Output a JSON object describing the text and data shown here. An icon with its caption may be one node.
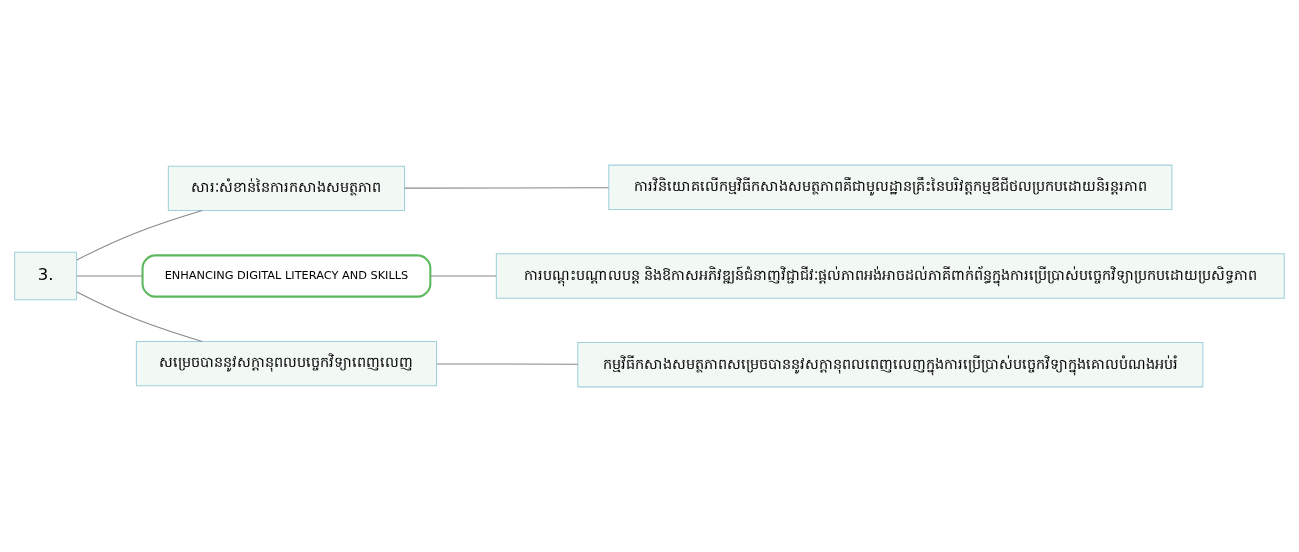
{
  "diagram": {
    "nodes": [
      {
        "text": [
          "3."
        ]
      },
      {
        "text": [
          "សារៈសំខាន់នៃការកសាងសមត្ថភាព"
        ]
      },
      {
        "text": [
          "ការវិនិយោគលើកម្មវិធីកសាងសមត្ថភាពគឺជាមូលដ្ឋានគ្រឹះនៃបរិវត្តកម្មឌីជីថលប្រកបដោយនិរន្តរភាព"
        ]
      },
      {
        "text": [
          "ENHANCING DIGITAL LITERACY AND SKILLS"
        ]
      },
      {
        "text": [
          "ការបណ្តុះបណ្តាលបន្ត និងឱកាសអភិវឌ្ឍន៍ជំនាញវិជ្ជាជីវៈផ្តល់ភាពអង់អាចដល់ភាគីពាក់ព័ន្ធក្នុងការប្រើប្រាស់បច្ចេកវិទ្យាប្រកបដោយប្រសិទ្ធភាព"
        ]
      },
      {
        "text": [
          "សម្រេចបាននូវសក្តានុពលបច្ចេកវិទ្យាពេញលេញ"
        ]
      },
      {
        "text": [
          "កម្មវិធីកសាងសមត្ថភាពសម្រេចបាននូវសក្តានុពលពេញលេញក្នុងការប្រើប្រាស់បច្ចេកវិទ្យាក្នុងគោលបំណងអប់រំ"
        ]
      }
    ],
    "edges": [
      {
        "from": 0,
        "to": 1,
        "arrow": "none"
      },
      {
        "from": 1,
        "to": 2,
        "arrow": "none"
      },
      {
        "from": 0,
        "to": 3,
        "arrow": "none"
      },
      {
        "from": 3,
        "to": 4,
        "arrow": "none"
      },
      {
        "from": 0,
        "to": 5,
        "arrow": "none"
      },
      {
        "from": 5,
        "to": 6,
        "arrow": "none"
      }
    ]
  }
}
